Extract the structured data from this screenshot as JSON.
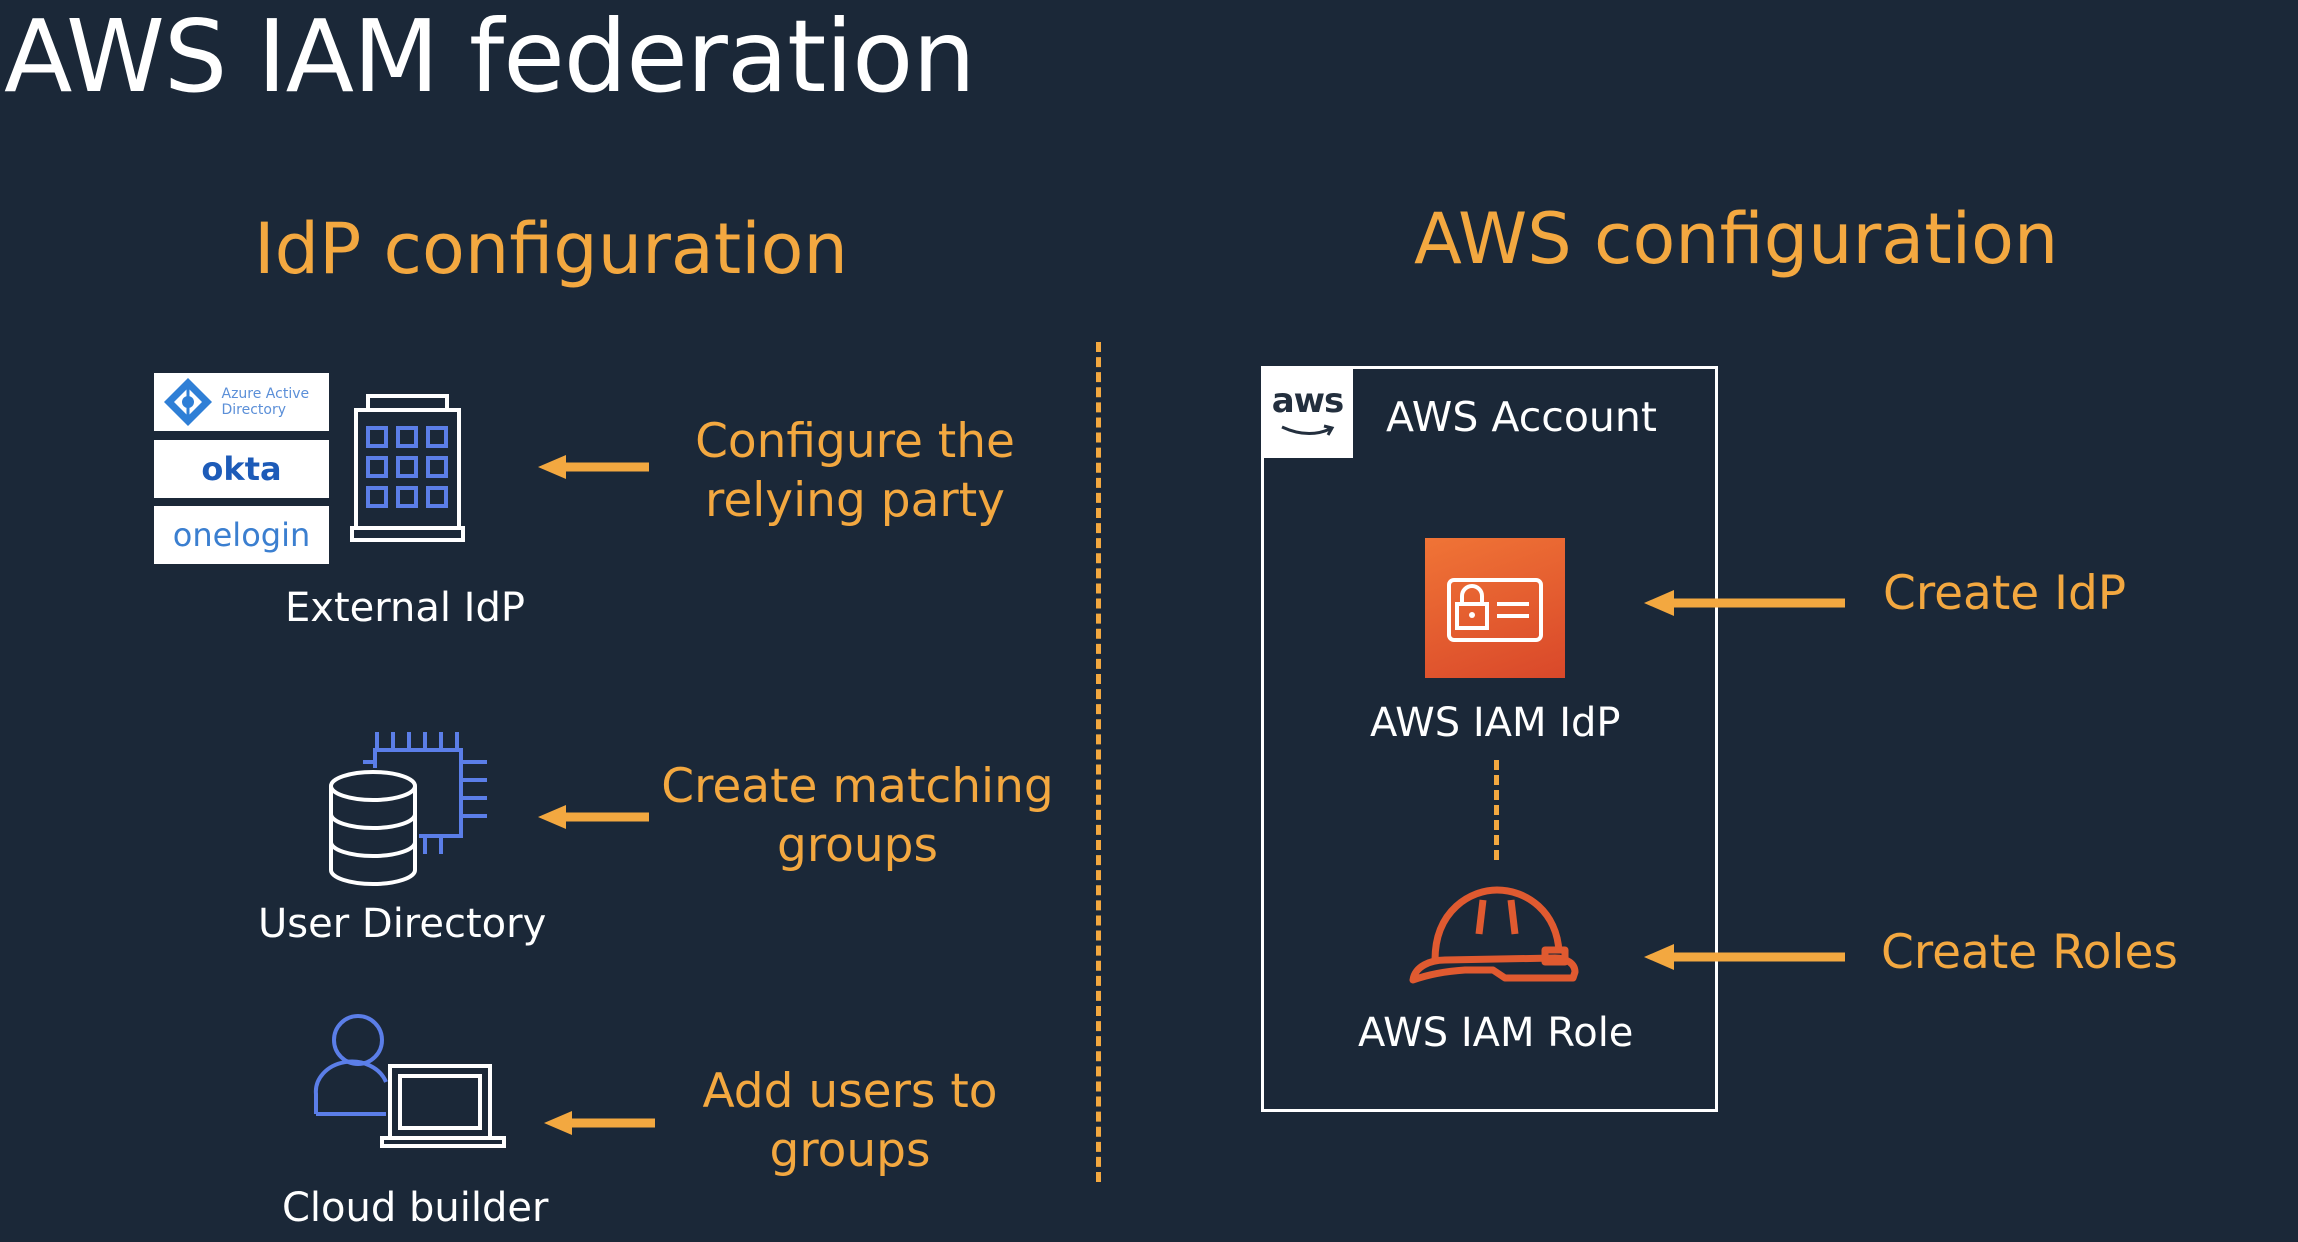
{
  "title": "AWS IAM federation",
  "idp_section": {
    "heading": "IdP configuration",
    "logos": {
      "azure": "Azure Active Directory",
      "okta": "okta",
      "onelogin": "onelogin"
    },
    "items": [
      {
        "label": "External IdP",
        "step": "Configure the relying party"
      },
      {
        "label": "User Directory",
        "step": "Create matching groups"
      },
      {
        "label": "Cloud builder",
        "step": "Add users to groups"
      }
    ]
  },
  "aws_section": {
    "heading": "AWS configuration",
    "account_logo": "aws",
    "account_label": "AWS Account",
    "idp_label": "AWS IAM IdP",
    "role_label": "AWS IAM Role",
    "step_idp": "Create IdP",
    "step_roles": "Create Roles"
  },
  "colors": {
    "background": "#1b2838",
    "accent": "#f3a840",
    "icon_blue": "#5b7ee8",
    "iam_orange": "#e05a30"
  }
}
